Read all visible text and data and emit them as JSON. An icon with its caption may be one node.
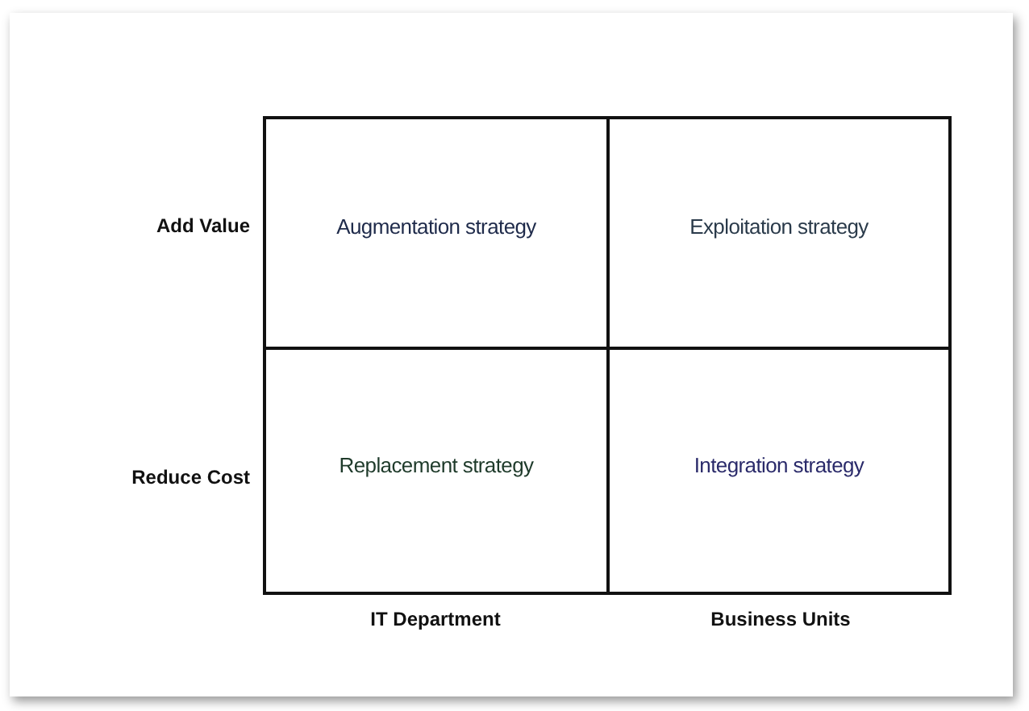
{
  "diagram": {
    "nodes": [
      {
        "text": [
          "Augmentation strategy"
        ]
      },
      {
        "text": [
          "Exploitation strategy"
        ]
      },
      {
        "text": [
          "Replacement strategy"
        ]
      },
      {
        "text": [
          "Integration strategy"
        ]
      }
    ],
    "labels": [
      "Add Value",
      "Reduce Cost",
      "IT Department",
      "Business Units"
    ]
  }
}
